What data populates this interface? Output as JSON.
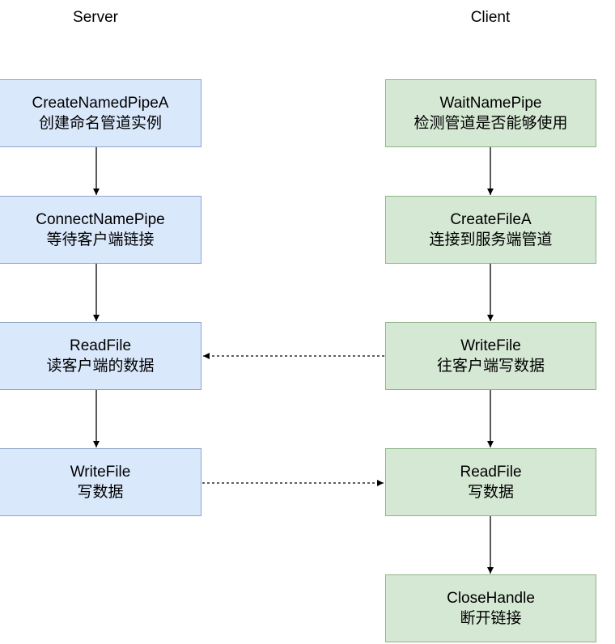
{
  "columns": {
    "server_title": "Server",
    "client_title": "Client"
  },
  "server_steps": [
    {
      "api": "CreateNamedPipeA",
      "desc": "创建命名管道实例"
    },
    {
      "api": "ConnectNamePipe",
      "desc": "等待客户端链接"
    },
    {
      "api": "ReadFile",
      "desc": "读客户端的数据"
    },
    {
      "api": "WriteFile",
      "desc": "写数据"
    }
  ],
  "client_steps": [
    {
      "api": "WaitNamePipe",
      "desc": "检测管道是否能够使用"
    },
    {
      "api": "CreateFileA",
      "desc": "连接到服务端管道"
    },
    {
      "api": "WriteFile",
      "desc": "往客户端写数据"
    },
    {
      "api": "ReadFile",
      "desc": "写数据"
    },
    {
      "api": "CloseHandle",
      "desc": "断开链接"
    }
  ],
  "colors": {
    "server_fill": "#dae8fc",
    "server_border": "#8ea5c7",
    "client_fill": "#d5e8d4",
    "client_border": "#8fb485",
    "arrow": "#000000"
  }
}
